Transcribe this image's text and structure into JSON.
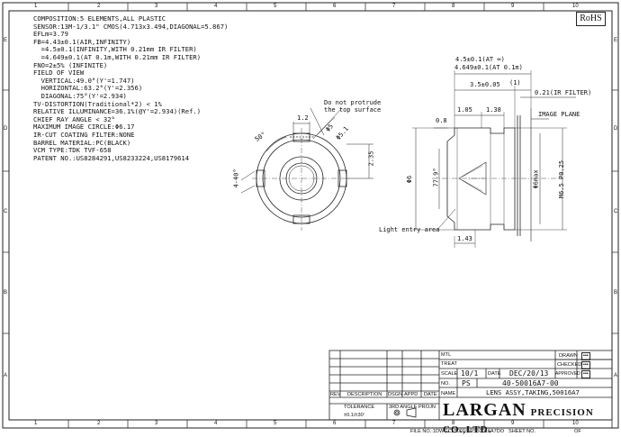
{
  "rohs": "RoHS",
  "spec_lines": [
    "COMPOSITION:5 ELEMENTS,ALL PLASTIC",
    "SENSOR:13M-1/3.1\" CMOS(4.713x3.494,DIAGONAL=5.867)",
    "EFLm=3.79",
    "FB=4.43±0.1(AIR,INFINITY)",
    "  =4.5±0.1(INFINITY,WITH 0.21mm IR FILTER)",
    "  =4.649±0.1(AT 0.1m,WITH 0.21mm IR FILTER)",
    "FNO=2±5% (INFINITE)",
    "FIELD OF VIEW",
    "  VERTICAL:49.0°(Y'=1.747)",
    "  HORIZONTAL:63.2°(Y'=2.356)",
    "  DIAGONAL:75°(Y'=2.934)",
    "TV-DISTORTION(Traditional*2) < 1%",
    "RELATIVE ILLUMINANCE=36.1%(@Y'=2.934)(Ref.)",
    "CHIEF RAY ANGLE < 32°",
    "MAXIMUM IMAGE CIRCLE:Φ6.17",
    "IR-CUT COATING FILTER:NONE",
    "BARREL MATERIAL:PC(BLACK)",
    "VCM TYPE:TDK TVF-658",
    "PATENT NO.:US8284291,US8233224,US8179614"
  ],
  "grid": {
    "numbers": [
      "1",
      "2",
      "3",
      "4",
      "5",
      "6",
      "7",
      "8",
      "9",
      "10"
    ],
    "letters": [
      "E",
      "D",
      "C",
      "B",
      "A"
    ]
  },
  "front_view": {
    "note_line1": "Do not protrude",
    "note_line2": "the top surface",
    "dim_width": "1.2",
    "dim_angle": "50°",
    "dim_dia1": "Φ5",
    "dim_dia2": "Φ5.1",
    "dim_height": "2.35",
    "dim_slot": "4-40°"
  },
  "side_view": {
    "fb_top1": "4.5±0.1(AT ∞)",
    "fb_top2": "4.649±0.1(AT 0.1m)",
    "dim_len": "3.5±0.05",
    "dim_ref": "(1)",
    "ir_filter": "0.21(IR FILTER)",
    "image_plane": "IMAGE PLANE",
    "dim_1_05": "1.05",
    "dim_1_38": "1.38",
    "dim_0_8": "0.8",
    "dim_dia6": "Φ6",
    "fov": "77.9°",
    "dim_6max": "Φ6max",
    "thread": "M6.5 P0.25",
    "light": "Light entry area",
    "dim_1_43": "1.43"
  },
  "title_block": {
    "mtl": "MTL",
    "treat": "TREAT",
    "scale_label": "SCALE",
    "scale_value": "10/1",
    "date_label": "DATE",
    "date_value": "DEC/20/13",
    "no_label": "NO.",
    "ps": "PS",
    "part_no": "40-50016A7-00",
    "name_label": "NAME",
    "name_value": "LENS ASSY,TAKING,50016A7",
    "drawn": "DRAWN",
    "checked": "CHECKED",
    "approved": "APPROVED",
    "rev": "REV",
    "description": "DESCRIPTION",
    "dsgn": "DSGN",
    "appd": "APPD",
    "date_col": "DATE",
    "tolerance_label": "TOLERANCE",
    "tolerance_value": "±0.1/±30'",
    "proj": "3RD ANGLE PROJN",
    "brand_big": "LARGAN",
    "brand_small": "PRECISION CO.,LTD.",
    "file_no": "FILE NO.:1DWGCL50016\\PS50016A7DO",
    "sheet_no": "SHEET NO.",
    "of": "OF"
  }
}
